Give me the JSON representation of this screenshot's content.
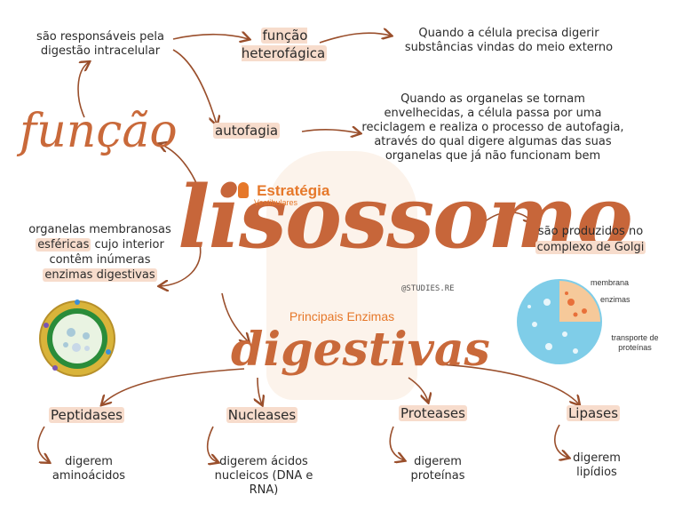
{
  "title": "lisossomo",
  "brand": {
    "name": "Estratégia",
    "sub": "Vestibulares",
    "handle": "@STUDIES.RE"
  },
  "funcao": {
    "label": "função",
    "responsaveis": "são responsáveis pela digestão intracelular",
    "heterofagica": "função heterofágica",
    "heterofagica_desc": "Quando a célula precisa digerir substâncias vindas do meio externo",
    "autofagia": "autofagia",
    "autofagia_desc": "Quando as organelas se tornam envelhecidas, a célula passa por uma reciclagem e realiza o processo de autofagia, através do qual digere algumas das suas organelas que já não funcionam bem"
  },
  "definicao": {
    "l1": "organelas membranosas",
    "l2": "esféricas",
    "l2b": " cujo interior",
    "l3": "contêm inúmeras",
    "l4": "enzimas digestivas"
  },
  "origem": {
    "l1": "são produzidos no",
    "l2": "complexo de Golgi"
  },
  "diagram_labels": {
    "membrana": "membrana",
    "enzimas": "enzimas",
    "transporte": "transporte de proteínas"
  },
  "enzimas": {
    "subtitle": "Principais Enzimas",
    "title": "digestivas",
    "items": [
      {
        "name": "Peptidases",
        "desc": "digerem aminoácidos"
      },
      {
        "name": "Nucleases",
        "desc": "digerem ácidos nucleicos (DNA e RNA)"
      },
      {
        "name": "Proteases",
        "desc": "digerem proteínas"
      },
      {
        "name": "Lipases",
        "desc": "digerem lipídios"
      }
    ]
  },
  "colors": {
    "accent": "#c9693a",
    "arrow": "#9a4f2c",
    "highlight": "#f7dccc",
    "brand": "#e6782a"
  }
}
